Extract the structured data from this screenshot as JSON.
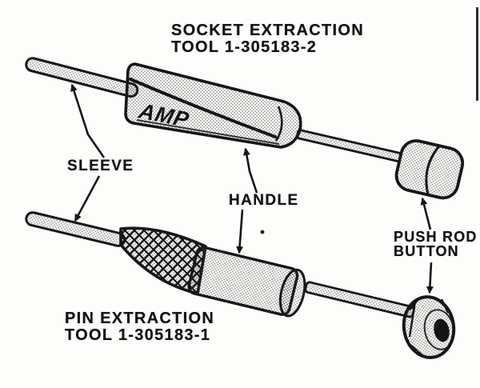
{
  "figure": {
    "socket_tool": {
      "title_line1": "SOCKET EXTRACTION",
      "title_line2": "TOOL 1-305183-2",
      "logo": "AMP"
    },
    "pin_tool": {
      "title_line1": "PIN EXTRACTION",
      "title_line2": "TOOL 1-305183-1"
    },
    "callouts": {
      "sleeve": "SLEEVE",
      "handle": "HANDLE",
      "push_rod_button_line1": "PUSH ROD",
      "push_rod_button_line2": "BUTTON"
    },
    "colors": {
      "ink": "#161616",
      "paper": "#fdfdfb",
      "halftone_gray": "#c9c9c9"
    }
  }
}
